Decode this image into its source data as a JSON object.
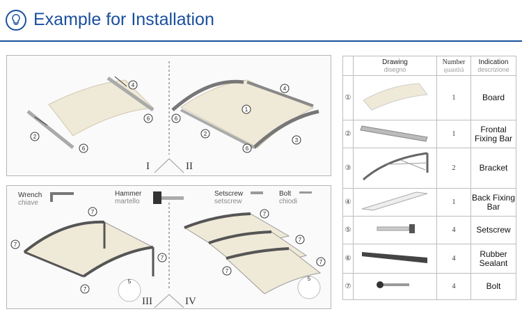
{
  "header": {
    "title": "Example for Installation"
  },
  "panels": {
    "step1": "I",
    "step2": "II",
    "step3": "III",
    "step4": "IV"
  },
  "tools": [
    {
      "name": "Wrench",
      "sub": "chiave"
    },
    {
      "name": "Hammer",
      "sub": "martello"
    },
    {
      "name": "Setscrew",
      "sub": "setscrew"
    },
    {
      "name": "Bolt",
      "sub": "chiodi"
    }
  ],
  "callouts": {
    "n1": "1",
    "n2": "2",
    "n3": "3",
    "n4": "4",
    "n5": "5",
    "n6": "6",
    "n7": "7"
  },
  "table": {
    "headers": {
      "drawing": "Drawing",
      "drawing_sub": "disegno",
      "number": "Number",
      "number_sub": "quantità",
      "indication": "Indication",
      "indication_sub": "descrizione"
    },
    "rows": [
      {
        "idx": "①",
        "number": "1",
        "indication": "Board"
      },
      {
        "idx": "②",
        "number": "1",
        "indication": "Frontal Fixing Bar"
      },
      {
        "idx": "③",
        "number": "2",
        "indication": "Bracket"
      },
      {
        "idx": "④",
        "number": "1",
        "indication": "Back Fixing Bar"
      },
      {
        "idx": "⑤",
        "number": "4",
        "indication": "Setscrew"
      },
      {
        "idx": "⑥",
        "number": "4",
        "indication": "Rubber Sealant"
      },
      {
        "idx": "⑦",
        "number": "4",
        "indication": "Bolt"
      }
    ]
  }
}
